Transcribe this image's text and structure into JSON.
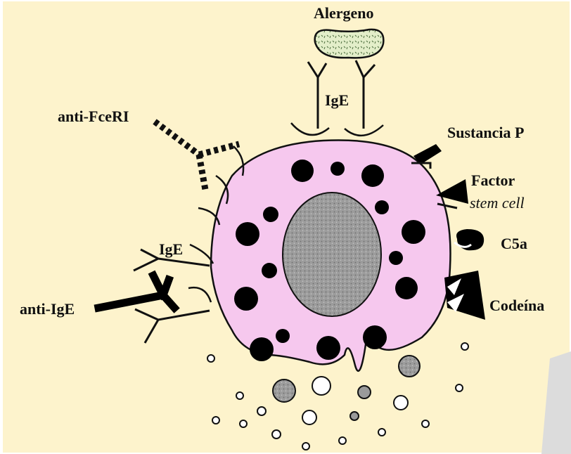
{
  "colors": {
    "background": "#fdf3cc",
    "cell": "#f6c8ee",
    "nucleus": "#9a9a9a",
    "allergen": "#e3eec9",
    "outline": "#111111"
  },
  "labels": {
    "allergen": "Alergeno",
    "ige_top": "IgE",
    "anti_fceri": "anti-FceRI",
    "substance_p": "Sustancia P",
    "factor": "Factor",
    "stem_cell": "stem cell",
    "c5a": "C5a",
    "ige_left": "IgE",
    "anti_ige": "anti-IgE",
    "codeine": "Codeína"
  }
}
